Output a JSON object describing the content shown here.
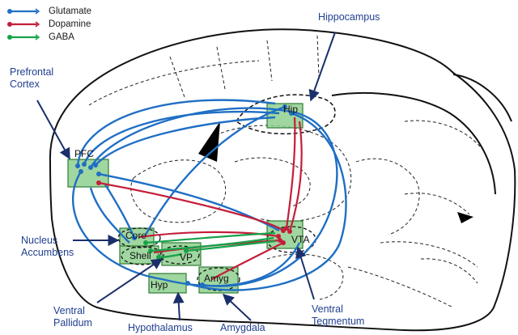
{
  "legend": [
    {
      "label": "Glutamate",
      "color": "#1f6fc4"
    },
    {
      "label": "Dopamine",
      "color": "#c41e3a"
    },
    {
      "label": "GABA",
      "color": "#16a34a"
    }
  ],
  "regions": {
    "pfc": "PFC",
    "hip": "Hip",
    "core": "Core",
    "shell": "Shell",
    "vp": "VP",
    "vta": "VTA",
    "hyp": "Hyp",
    "amyg": "Amyg"
  },
  "callouts": {
    "hippocampus": "Hippocampus",
    "prefrontal_1": "Prefrontal",
    "prefrontal_2": "Cortex",
    "nucleus_1": "Nucleus",
    "nucleus_2": "Accumbens",
    "ventral_pallidum_1": "Ventral",
    "ventral_pallidum_2": "Pallidum",
    "hypothalamus": "Hypothalamus",
    "amygdala": "Amygdala",
    "ventral_tegmentum_1": "Ventral",
    "ventral_tegmentum_2": "Tegmentum"
  },
  "colors": {
    "glutamate": "#1f6fc4",
    "dopamine": "#c41e3a",
    "gaba": "#16a34a",
    "region_fill": "#8fcf8f",
    "callout_text": "#1f3f8f",
    "arrow": "#1a2f6b"
  }
}
